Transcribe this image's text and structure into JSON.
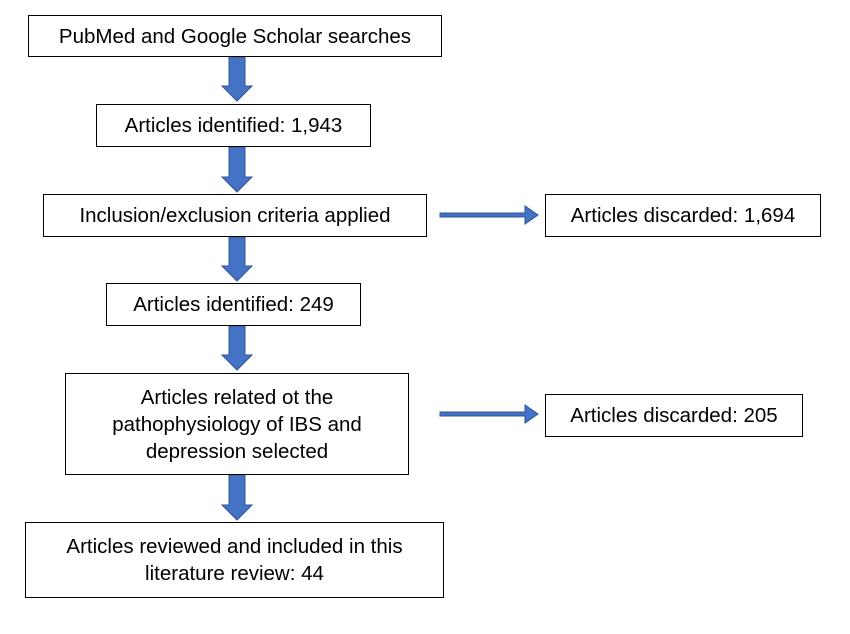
{
  "diagram": {
    "type": "flowchart",
    "colors": {
      "arrow_fill": "#4472C4",
      "arrow_stroke": "#2F5597",
      "box_border": "#000000",
      "text": "#000000"
    },
    "steps": [
      {
        "id": "search",
        "label": "PubMed and Google Scholar searches"
      },
      {
        "id": "identified-1",
        "label": "Articles identified: 1,943"
      },
      {
        "id": "criteria",
        "label": "Inclusion/exclusion criteria applied"
      },
      {
        "id": "identified-2",
        "label": "Articles identified: 249"
      },
      {
        "id": "related",
        "lines": [
          "Articles related ot the",
          "pathophysiology of IBS and",
          "depression selected"
        ]
      },
      {
        "id": "included",
        "lines": [
          "Articles reviewed and included in this",
          "literature review: 44"
        ]
      }
    ],
    "side_outputs": [
      {
        "id": "discarded-1",
        "from": "criteria",
        "label": "Articles discarded: 1,694"
      },
      {
        "id": "discarded-2",
        "from": "related",
        "label": "Articles discarded: 205"
      }
    ]
  }
}
